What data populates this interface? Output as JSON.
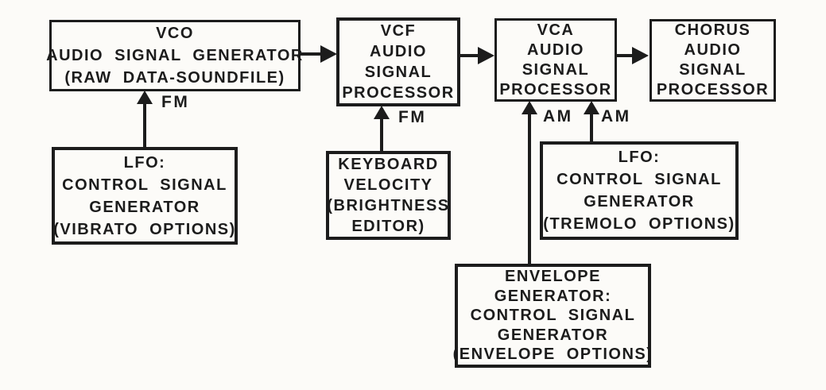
{
  "diagram": {
    "title_semantic": "Synthesizer audio/control signal flow diagram",
    "background_color": "#fcfbf8",
    "ink_color": "#1c1c1c",
    "boxes": [
      {
        "id": "vco",
        "lines": [
          "VCO",
          "AUDIO SIGNAL GENERATOR",
          "(RAW DATA-SOUNDFILE)"
        ]
      },
      {
        "id": "vcf",
        "lines": [
          "VCF",
          "AUDIO",
          "SIGNAL",
          "PROCESSOR"
        ]
      },
      {
        "id": "vca",
        "lines": [
          "VCA",
          "AUDIO",
          "SIGNAL",
          "PROCESSOR"
        ]
      },
      {
        "id": "chorus",
        "lines": [
          "CHORUS",
          "AUDIO",
          "SIGNAL",
          "PROCESSOR"
        ]
      },
      {
        "id": "lfo-vibrato",
        "lines": [
          "LFO:",
          "CONTROL SIGNAL",
          "GENERATOR",
          "(VIBRATO OPTIONS)"
        ]
      },
      {
        "id": "keyboard",
        "lines": [
          "KEYBOARD",
          "VELOCITY",
          "(BRIGHTNESS",
          "EDITOR)"
        ]
      },
      {
        "id": "lfo-tremolo",
        "lines": [
          "LFO:",
          "CONTROL SIGNAL",
          "GENERATOR",
          "(TREMOLO OPTIONS)"
        ]
      },
      {
        "id": "envelope",
        "lines": [
          "ENVELOPE",
          "GENERATOR:",
          "CONTROL SIGNAL",
          "GENERATOR",
          "(ENVELOPE OPTIONS)"
        ]
      }
    ],
    "edge_labels": [
      {
        "id": "fm-into-vco",
        "text": "FM"
      },
      {
        "id": "fm-into-vcf",
        "text": "FM"
      },
      {
        "id": "am-from-envelope",
        "text": "AM"
      },
      {
        "id": "am-from-tremolo",
        "text": "AM"
      }
    ],
    "connections": [
      "vco -> vcf (audio)",
      "vcf -> vca (audio)",
      "vca -> chorus (audio)",
      "lfo-vibrato -> vco (FM)",
      "keyboard -> vcf (FM)",
      "envelope -> vca (AM)",
      "lfo-tremolo -> vca (AM)"
    ]
  }
}
